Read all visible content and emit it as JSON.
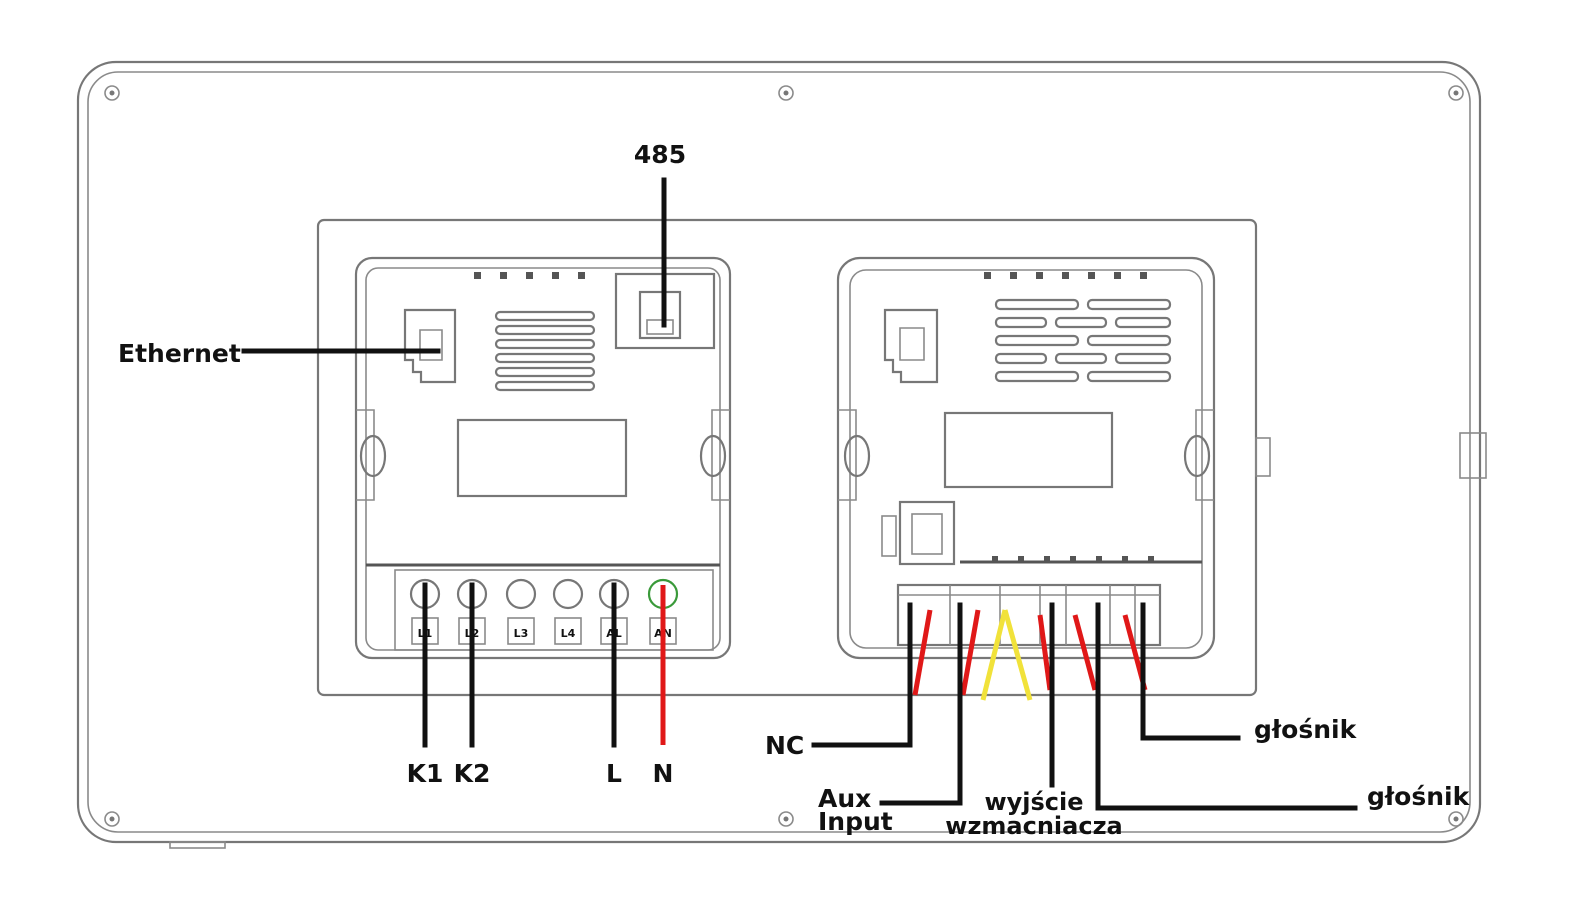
{
  "labels": {
    "ethernet": "Ethernet",
    "port485": "485",
    "k1": "K1",
    "k2": "K2",
    "l": "L",
    "n": "N",
    "nc": "NC",
    "aux_line1": "Aux",
    "aux_line2": "Input",
    "amp_line1": "wyjście",
    "amp_line2": "wzmacniacza",
    "speaker_1": "głośnik",
    "speaker_2": "głośnik"
  },
  "terminal_marks": {
    "t1": "L1",
    "t2": "L2",
    "t3": "L3",
    "t4": "L4",
    "t5": "AL",
    "t6": "AN"
  },
  "colors": {
    "wire_black": "#111111",
    "wire_red": "#e01818",
    "wire_yellow": "#f1e23a",
    "outline": "#777777"
  }
}
